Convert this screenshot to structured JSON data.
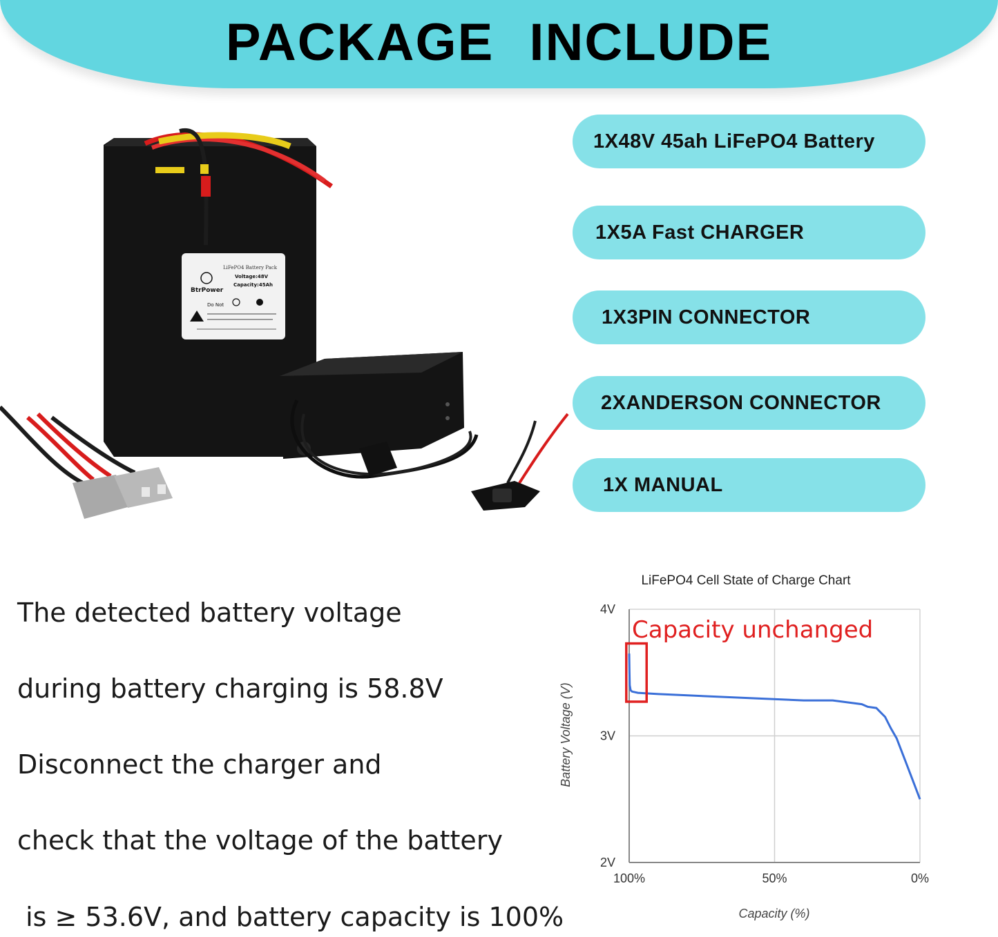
{
  "header": {
    "title": "PACKAGE INCLUDE"
  },
  "package_items": [
    "1X48V 45ah LiFePO4 Battery",
    "1X5A Fast CHARGER",
    "1X3PIN CONNECTOR",
    "2XANDERSON CONNECTOR",
    "1X MANUAL"
  ],
  "battery_label": {
    "title": "LiFePO4 Battery Pack",
    "brand": "BtrPower",
    "voltage": "Voltage:48V",
    "capacity": "Capacity:45Ah",
    "warning": "Do Not",
    "tag": "Power"
  },
  "description": [
    "The detected battery voltage",
    "during battery charging is 58.8V",
    "Disconnect the charger and",
    "check that the voltage of the battery",
    " is ≥ 53.6V, and battery capacity is 100%"
  ],
  "chart_data": {
    "type": "line",
    "title": "LiFePO4 Cell State of Charge Chart",
    "xlabel": "Capacity (%)",
    "ylabel": "Battery Voltage (V)",
    "x_reversed": true,
    "xlim": [
      100,
      0
    ],
    "ylim": [
      2,
      4
    ],
    "x_ticks": [
      "100%",
      "50%",
      "0%"
    ],
    "y_ticks": [
      "4V",
      "3V",
      "2V"
    ],
    "grid": true,
    "line_color": "#3a6fd8",
    "annotation": {
      "text": "Capacity unchanged",
      "color": "#e02020",
      "box_x": [
        94,
        101
      ],
      "box_y": [
        3.27,
        3.73
      ]
    },
    "series": [
      {
        "x": [
          100,
          99.9,
          99.8,
          99.5,
          99,
          97,
          90,
          80,
          60,
          40,
          30,
          20,
          18,
          15,
          12,
          10,
          8,
          5,
          2,
          0
        ],
        "y": [
          3.65,
          3.5,
          3.4,
          3.36,
          3.35,
          3.34,
          3.33,
          3.32,
          3.3,
          3.28,
          3.28,
          3.25,
          3.23,
          3.22,
          3.15,
          3.06,
          2.98,
          2.8,
          2.62,
          2.5
        ]
      }
    ]
  }
}
